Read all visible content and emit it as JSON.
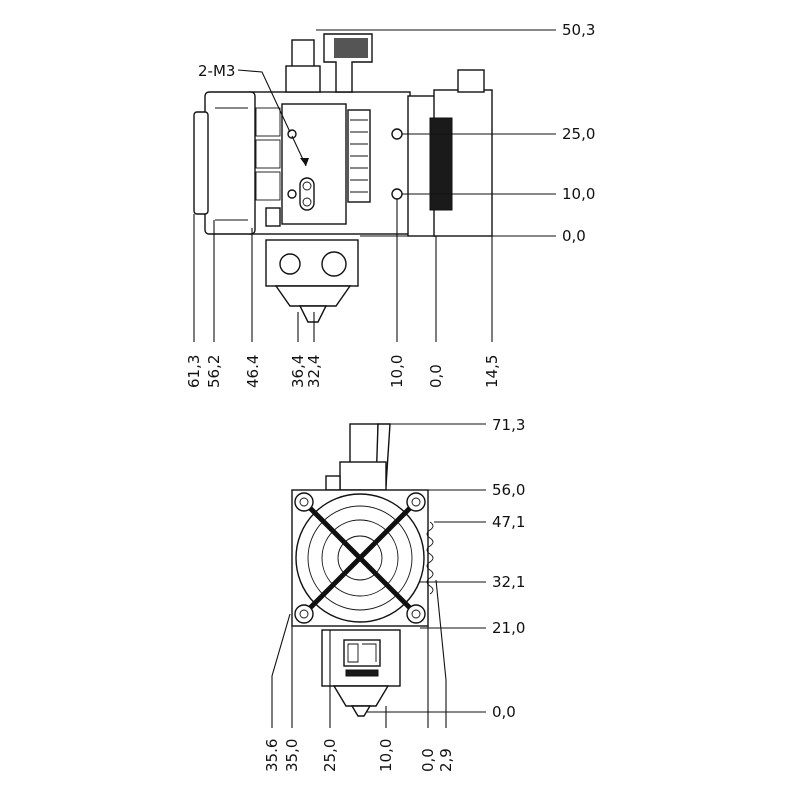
{
  "side_view": {
    "label": "2-M3",
    "right_dims": [
      "50,3",
      "25,0",
      "10,0",
      "0,0"
    ],
    "bottom_dims": [
      "61,3",
      "56,2",
      "46.4",
      "36,4",
      "32,4",
      "10,0",
      "0,0",
      "14,5"
    ]
  },
  "front_view": {
    "right_dims": [
      "71,3",
      "56,0",
      "47,1",
      "32,1",
      "21,0",
      "0,0"
    ],
    "bottom_dims": [
      "35.6",
      "35,0",
      "25,0",
      "10,0",
      "0,0",
      "2,9"
    ]
  }
}
